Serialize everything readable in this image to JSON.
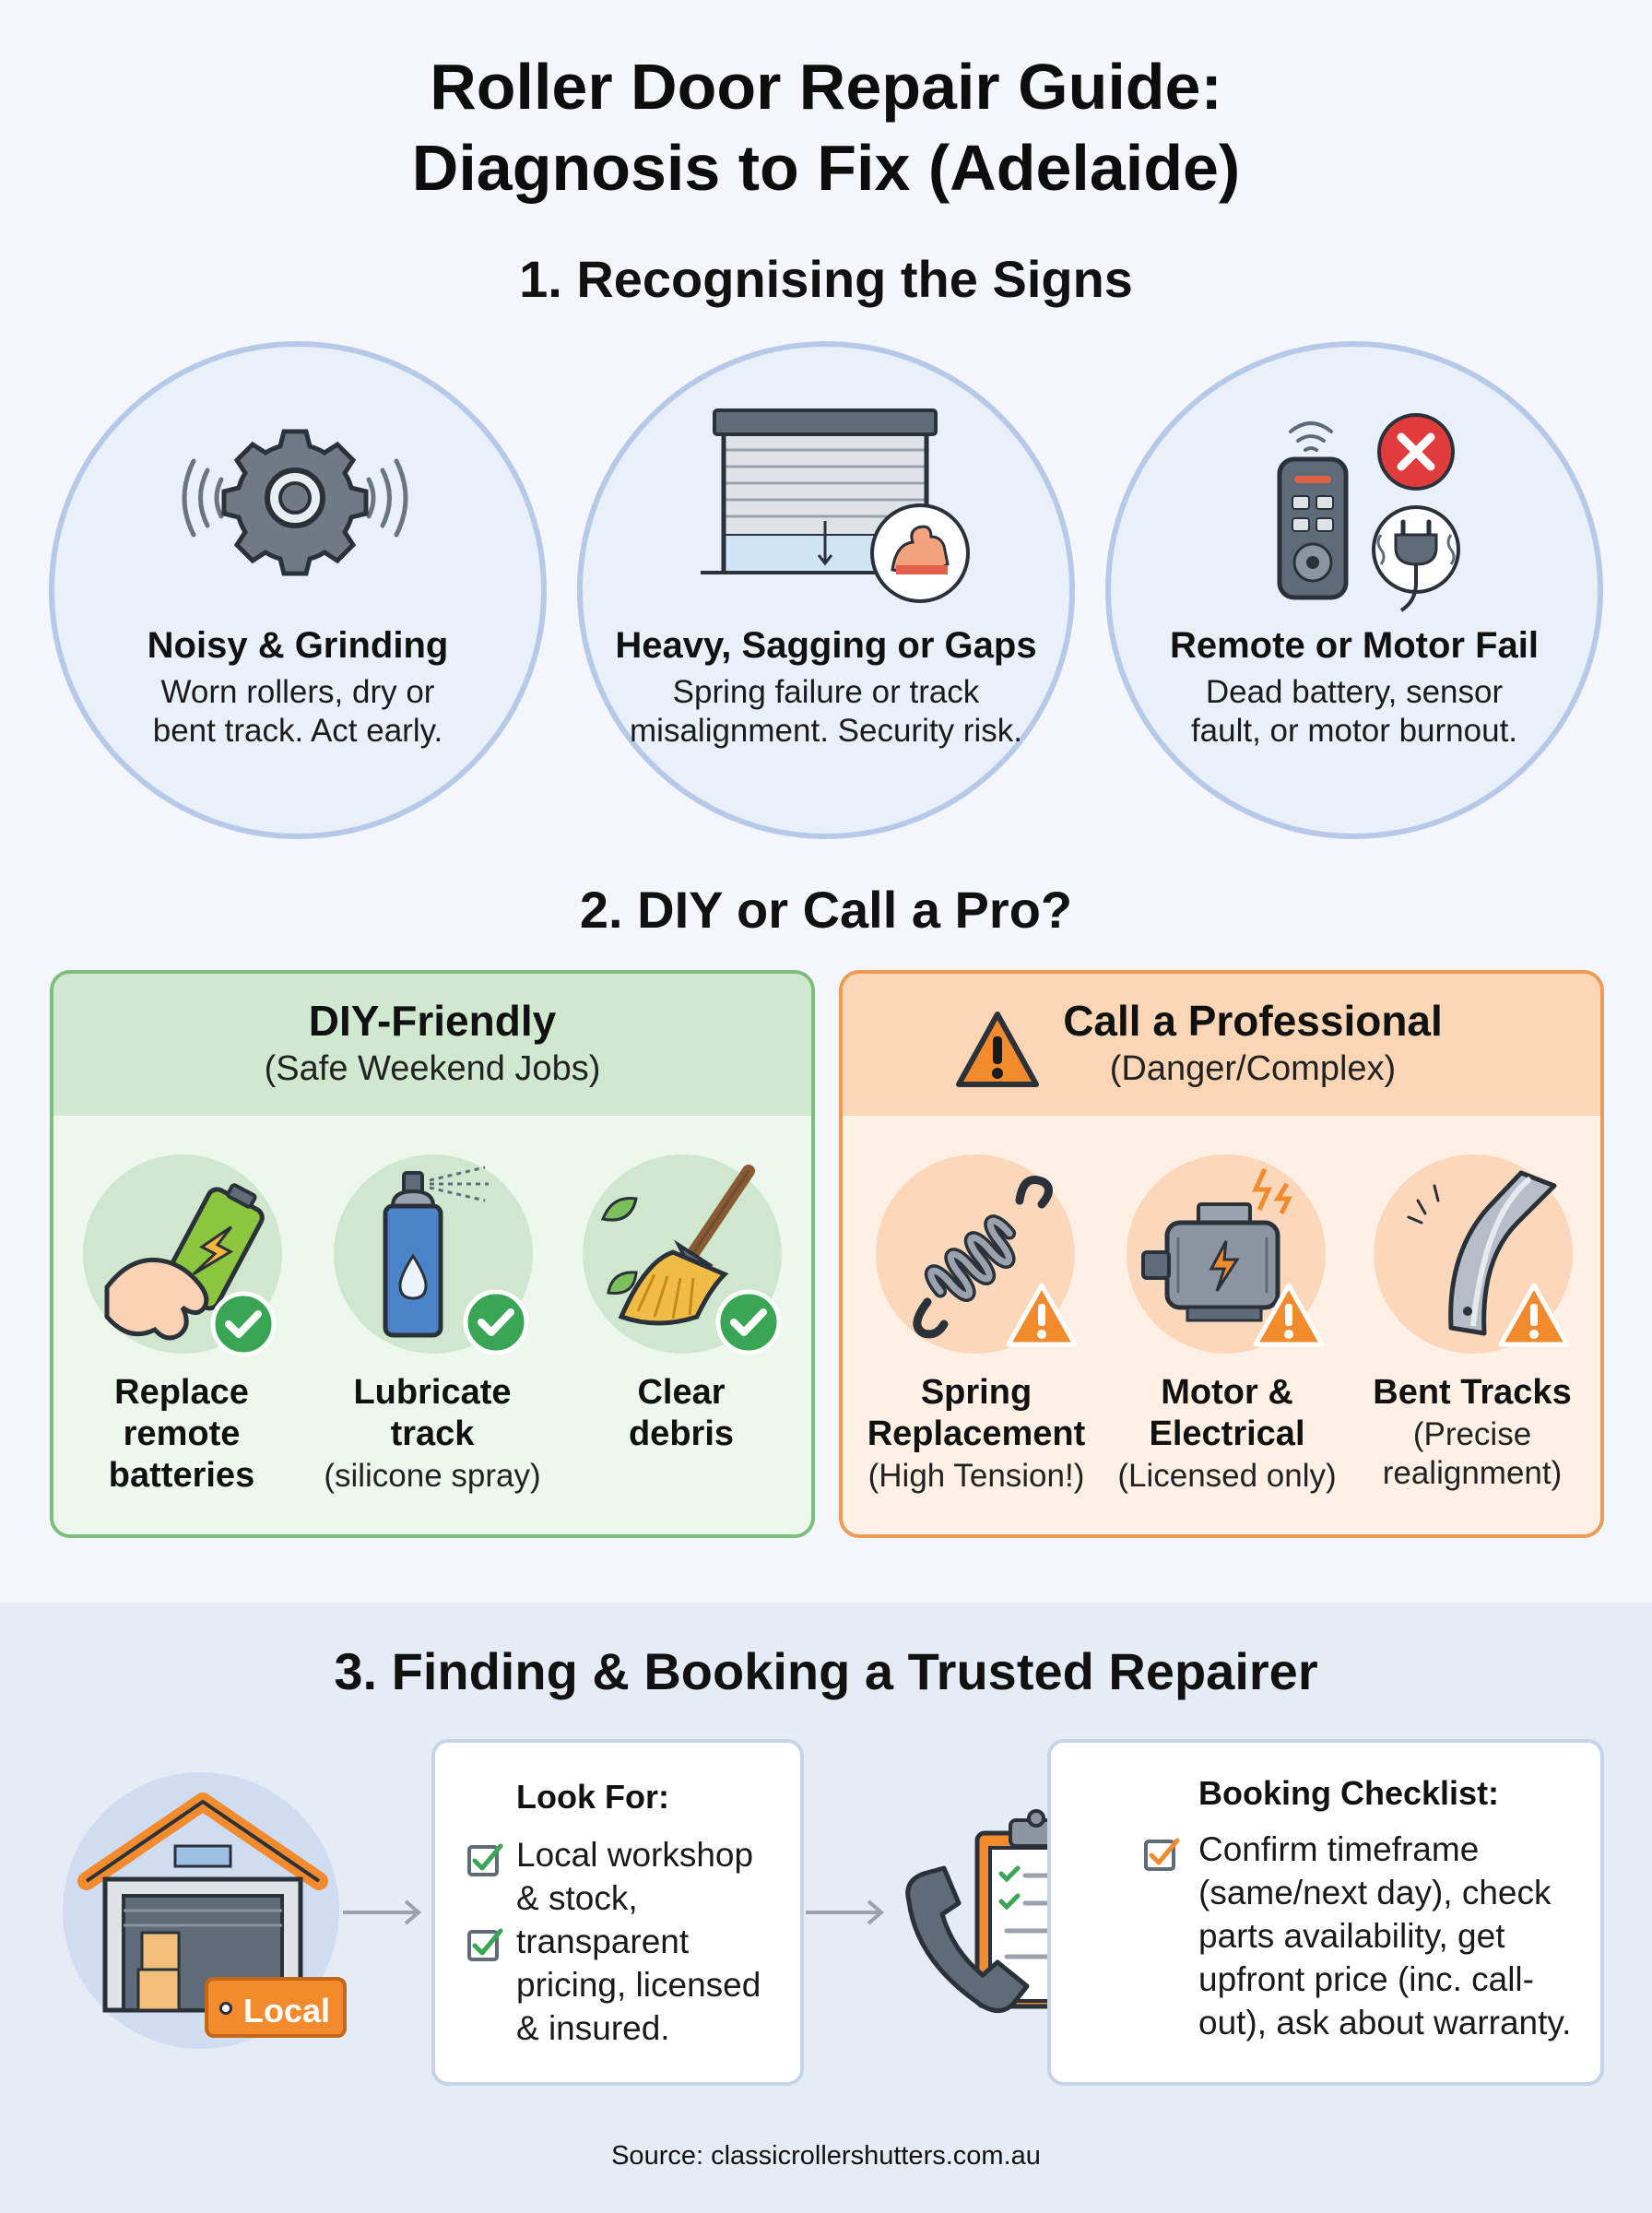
{
  "title": {
    "line1": "Roller Door Repair Guide:",
    "line2": "Diagnosis to Fix (Adelaide)"
  },
  "section1": {
    "heading": "1. Recognising the Signs",
    "signs": [
      {
        "title": "Noisy & Grinding",
        "desc1": "Worn rollers, dry or",
        "desc2": "bent track. Act early.",
        "icon": "gear-icon"
      },
      {
        "title": "Heavy, Sagging or Gaps",
        "desc1": "Spring failure or track",
        "desc2": "misalignment. Security risk.",
        "icon": "roller-door-icon"
      },
      {
        "title": "Remote or Motor Fail",
        "desc1": "Dead battery, sensor",
        "desc2": "fault, or motor burnout.",
        "icon": "remote-icon"
      }
    ]
  },
  "section2": {
    "heading": "2. DIY or Call a Pro?",
    "diy": {
      "title": "DIY-Friendly",
      "subtitle": "(Safe Weekend Jobs)",
      "color": "#7cbf7d",
      "tasks": [
        {
          "lines": [
            "Replace",
            "remote",
            "batteries"
          ],
          "sub": "",
          "icon": "battery-hand-icon"
        },
        {
          "lines": [
            "Lubricate",
            "track"
          ],
          "sub": "(silicone spray)",
          "icon": "spray-can-icon"
        },
        {
          "lines": [
            "Clear",
            "debris"
          ],
          "sub": "",
          "icon": "broom-icon"
        }
      ]
    },
    "pro": {
      "title": "Call a Professional",
      "subtitle": "(Danger/Complex)",
      "color": "#ec9c56",
      "tasks": [
        {
          "lines": [
            "Spring",
            "Replacement"
          ],
          "sub": "(High Tension!)",
          "icon": "spring-icon"
        },
        {
          "lines": [
            "Motor &",
            "Electrical"
          ],
          "sub": "(Licensed only)",
          "icon": "motor-icon"
        },
        {
          "lines": [
            "Bent Tracks"
          ],
          "sub1": "(Precise",
          "sub2": "realignment)",
          "icon": "bent-track-icon"
        }
      ]
    }
  },
  "section3": {
    "heading": "3. Finding & Booking a Trusted Repairer",
    "local_badge": "Local",
    "look_for": {
      "title": "Look For:",
      "item1": [
        "Local workshop",
        "& stock,"
      ],
      "item2": [
        "transparent",
        "pricing, licensed",
        "& insured."
      ]
    },
    "checklist": {
      "title": "Booking Checklist:",
      "lines": [
        "Confirm timeframe",
        "(same/next day), check",
        "parts availability, get",
        "upfront price (inc. call-",
        "out), ask about warranty."
      ]
    }
  },
  "source": "Source: classicrollershutters.com.au"
}
